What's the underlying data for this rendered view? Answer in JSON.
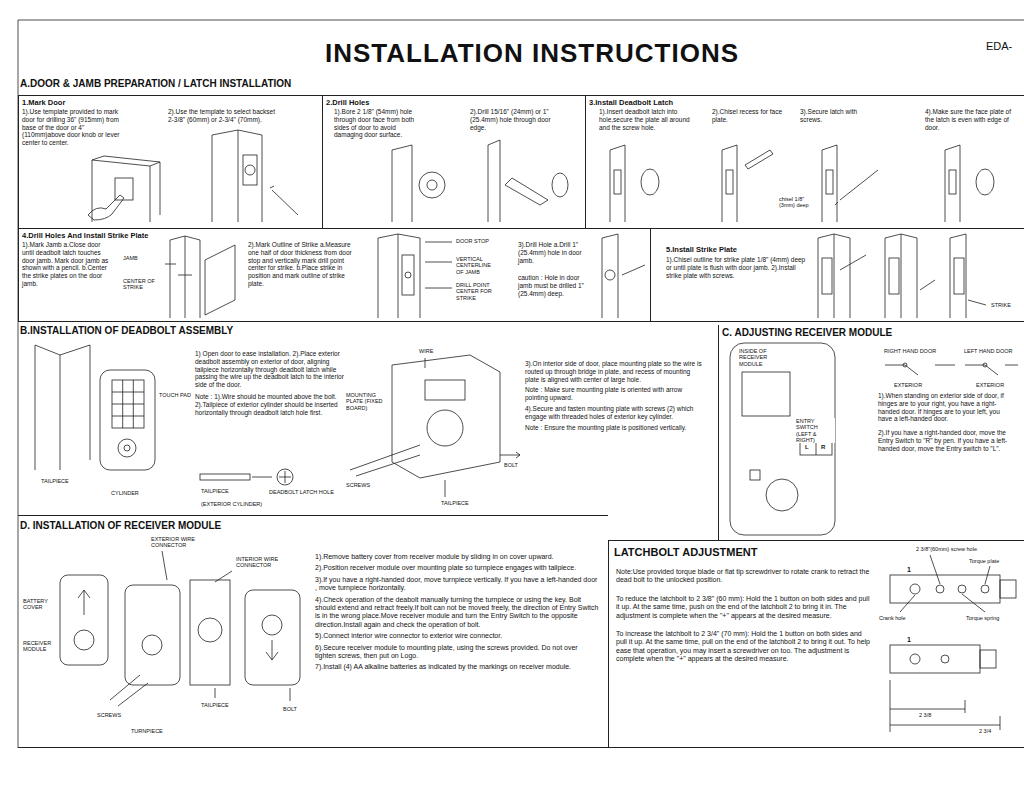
{
  "diagram": {
    "title": "INSTALLATION INSTRUCTIONS",
    "nodes": [
      {
        "text": [
          "A.DOOR & JAMB PREPARATION / LATCH INSTALLATION"
        ]
      },
      {
        "text": [
          "1.Mark Door",
          "1).Use template provided to mark door for drilling 36\" (915mm) from base of the door or 4\" (110mm)above door knob or lever center to center.",
          "2).Use the template to select backset 2-3/8\" (60mm) or 2-3/4\" (70mm)."
        ],
        "in": 0
      },
      {
        "text": [
          "2.Drill Holes",
          "1).Bore 2 1/8\" (54mm) hole through door face from both sides of door to avoid damaging door surface.",
          "2).Drill 15/16\" (24mm) or 1\" (25.4mm) hole through door edge."
        ],
        "in": 0
      },
      {
        "text": [
          "3.Install Deadbolt Latch",
          "1).Insert deadbolt latch into hole,secure the plate all around and the screw hole.",
          "2).Chisel recess for face plate.",
          "3).Secure latch with screws.",
          "4).Make sure the face plate of the latch is even with edge of door."
        ],
        "in": 0
      },
      {
        "text": [
          "4.Drill Holes And Install Strike Plate",
          "1).Mark Jamb a.Close door until deadbolt latch touches door jamb. Mark door jamb as shown with a pencil. b.Center the strike plates on the door jamb.",
          "2).Mark Outline of Strike a.Measure one half of door thickness from door stop and vertically mark drill point center for strike. b.Place strike in position and mark outline of strike plate.",
          "3).Drill Hole a.Drill 1\"(25.4mm) hole in door jamb.",
          "caution : Hole in door jamb must be drilled 1\"(25.4mm) deep."
        ],
        "in": 0
      },
      {
        "text": [
          "5.Install Strike Plate",
          "1).Chisel outline for strike plate 1/8\" (4mm) deep or until plate is flush with door jamb. 2).Install strike plate with screws."
        ],
        "in": 0
      },
      {
        "text": [
          "B.INSTALLATION OF DEADBOLT ASSEMBLY",
          "1) Open door to ease installation. 2).Place exterior deadbolt assembly on exterior of door, aligning tailpiece horizontally through deadbolt latch while passing the wire up the deadbolt latch to the interior side of the door.",
          "Note : 1).Wire should be mounted above the bolt. 2).Tailpiece of exterior cylinder should be inserted horizontally through deadbolt latch hole first.",
          "3).On interior side of door, place mounting plate so the wire is routed up through bridge in plate, and recess of mounting plate is aligned with center of large hole.",
          "Note : Make sure mounting plate is oriented with arrow pointing upward.",
          "4).Secure and fasten mounting plate with screws (2) which engage with threaded holes of exterior key cylinder.",
          "Note : Ensure the mounting plate is positioned vertically."
        ]
      },
      {
        "text": [
          "C. ADJUSTING RECEIVER MODULE",
          "1).When standing on exterior side of door, if hinges are to your right, you have a right-handed door. If hinges are to your left, you have a left-handed door.",
          "2).If you have a right-handed door, move the Entry Switch to \"R\" by pen. If you have a left-handed door, move the Entry switch to \"L\"."
        ]
      },
      {
        "text": [
          "D. INSTALLATION OF RECEIVER MODULE",
          "1).Remove battery cover from receiver module by sliding in on cover upward.",
          "2).Position receiver module over mounting plate so turnpiece engages with tailpiece.",
          "3).If you have a right-handed door, move turnpiece vertically. If you have a left-handed door , move turnpiece horizontally.",
          "4).Check operation of the deabolt manually turning the turnpiece or using the key. Bolt should extend and retract freely.If bolt can not be moved freely, the direction of Entry Switch is in the wrong place.Move receiver module and turn the Entry Switch to the opposite direction.Install again and check the operation of bolt.",
          "5).Connect interior wire connector to exterior wire connector.",
          "6).Secure receiver module to mounting plate, using the screws provided. Do not over tighten screws, then put on Logo.",
          "7).Install (4) AA alkaline batteries as indicated by the markings on receiver module."
        ]
      },
      {
        "text": [
          "LATCHBOLT ADJUSTMENT",
          "Note:Use provided torque blade or flat tip screwdriver to rotate crank to retract the dead bolt to the unlocked position.",
          "To reduce the latchbolt to 2 3/8\" (60 mm): Hold the 1 button on both sides and pull it up. At the same time, push on the end of the latchbolt 2 to bring it in. The adjustment is complete when the \"+\" appears at the desired measure.",
          "To increase the latchbolt to 2 3/4\" (70 mm): Hold the 1 button on both sides and pull it up. At the same time, pull on the end of the latchbolt 2 to bring it out. To help ease that operation, you may insert a screwdriver on too. The adjustment is complete when the \"+\" appears at the desired measure."
        ]
      }
    ],
    "labels": [
      "EDA-",
      "chisel 1/8\" (3mm) deep",
      "JAMB",
      "CENTER OF STRIKE",
      "DOOR STOP",
      "VERTICAL CENTERLINE OF JAMB",
      "DRILL POINT CENTER FOR STRIKE",
      "STRIKE",
      "TOUCH PAD",
      "TAILPIECE",
      "CYLINDER",
      "TAILPIECE",
      "DEADBOLT LATCH HOLE",
      "(EXTERIOR CYLINDER)",
      "WIRE",
      "MOUNTING PLATE (FIXED BOARD)",
      "SCREWS",
      "TAILPIECE",
      "BOLT",
      "INSIDE OF RECEIVER MODULE",
      "RIGHT HAND DOOR",
      "LEFT HAND DOOR",
      "EXTERIOR",
      "EXTERIOR",
      "ENTRY SWITCH (LEFT & RIGHT)",
      "L",
      "R",
      "EXTERIOR WIRE CONNECTOR",
      "INTERIOR WIRE CONNECTOR",
      "BATTERY COVER",
      "RECEIVER MODULE",
      "SCREWS",
      "TAILPIECE",
      "BOLT",
      "TURNPIECE",
      "2 3/8\"(60mm) screw hole",
      "Torque plate",
      "Crank hole",
      "Torque spring",
      "1",
      "1",
      "2 3/8",
      "2 3/4"
    ]
  }
}
